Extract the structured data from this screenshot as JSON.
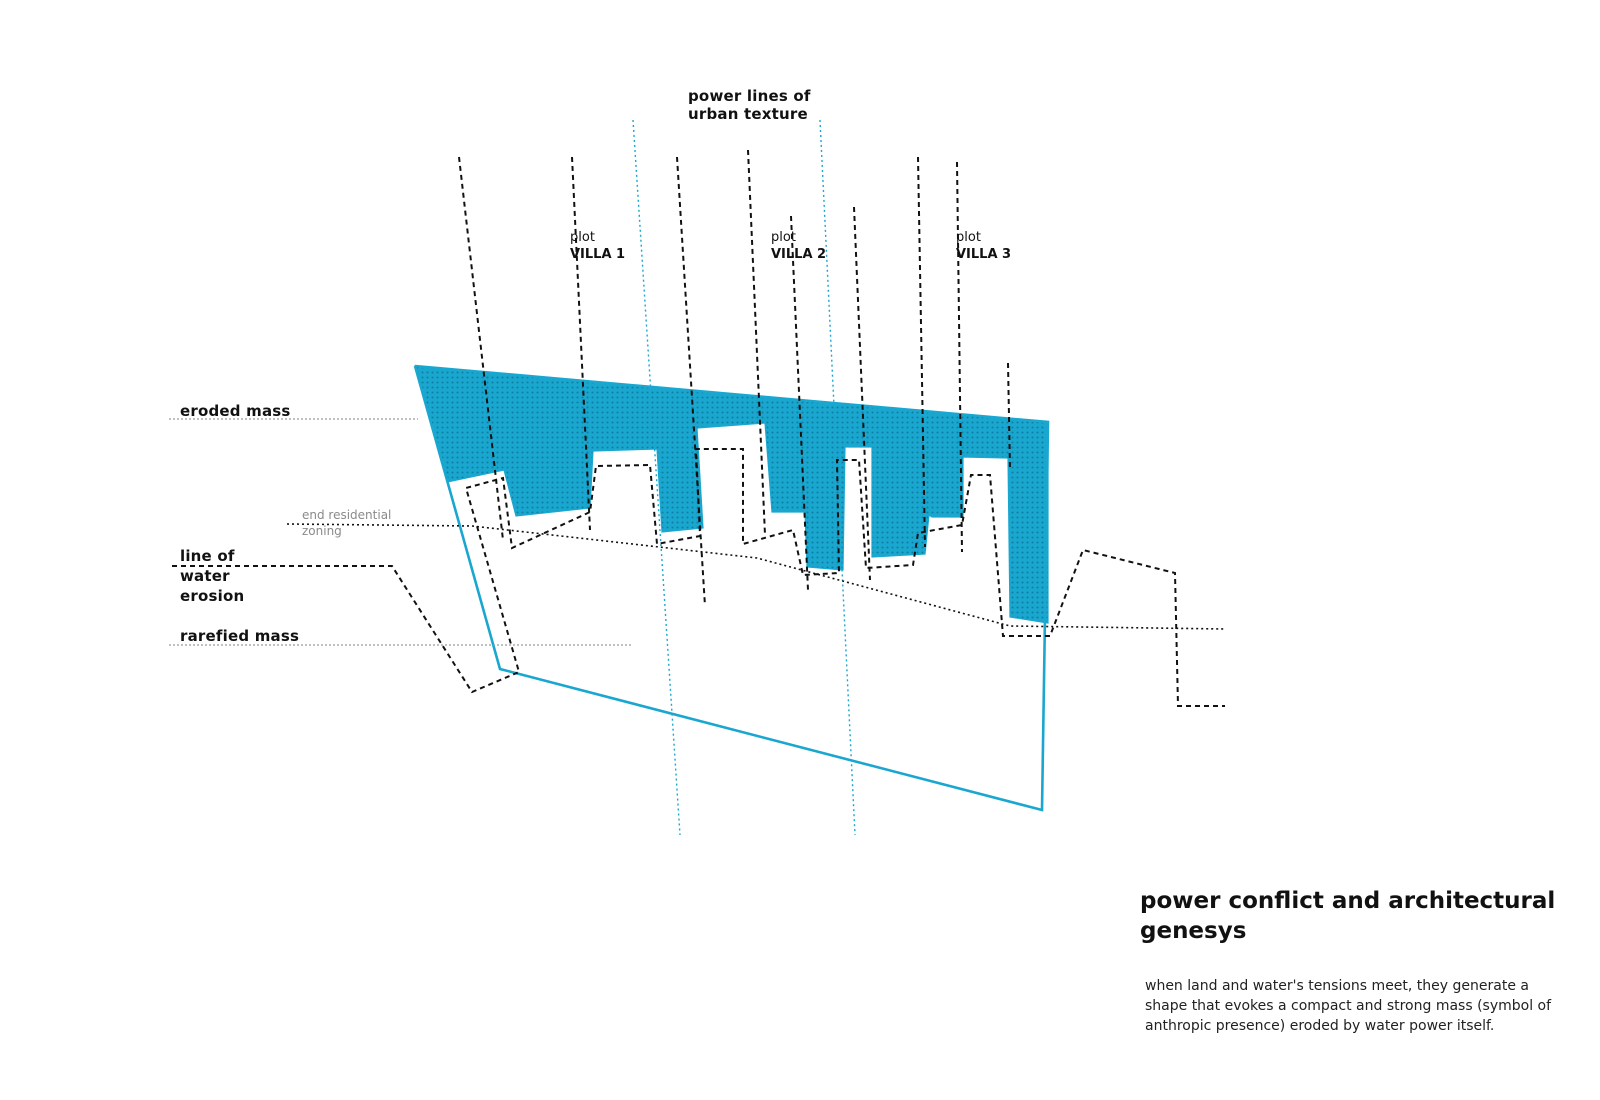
{
  "header": {
    "power_lines_label": [
      "power lines of",
      "urban texture"
    ]
  },
  "plots": [
    {
      "prefix": "plot",
      "name": "VILLA 1"
    },
    {
      "prefix": "plot",
      "name": "VILLA 2"
    },
    {
      "prefix": "plot",
      "name": "VILLA 3"
    }
  ],
  "legend": {
    "eroded_mass": "eroded mass",
    "end_zoning": [
      "end residential",
      "zoning"
    ],
    "water_erosion": [
      "line of",
      "water",
      "erosion"
    ],
    "rarefied_mass": "rarefied mass"
  },
  "caption": {
    "title": [
      "power conflict and architectural",
      "genesys"
    ],
    "body": [
      "when land and water's tensions meet, they generate a",
      "shape that evokes a compact and strong mass (symbol of",
      "anthropic presence) eroded by water power itself."
    ]
  },
  "colors": {
    "accent": "#1aa7cf",
    "fill": "#1aa7cf",
    "line": "#111111"
  }
}
